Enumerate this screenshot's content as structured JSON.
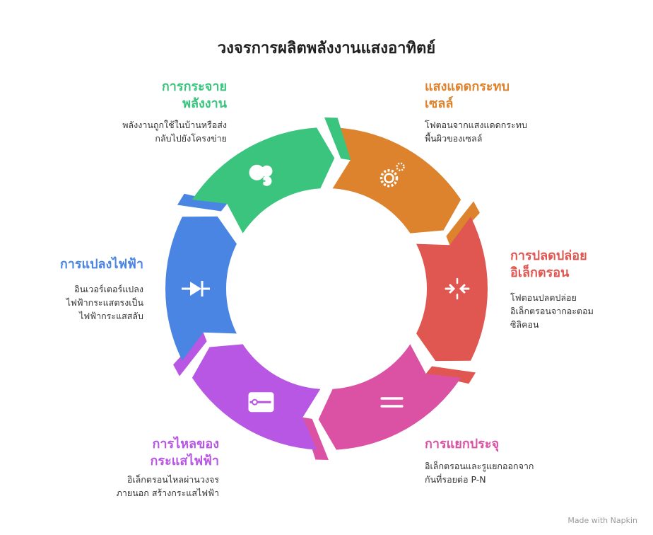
{
  "title": "วงจรการผลิตพลังงานแสงอาทิตย์",
  "steps": [
    {
      "label": "แสงแดดกระทบเซลล์",
      "desc": "โฟตอนจากแสงแดดกระทบพื้นผิวของเซลล์",
      "color": "#DD832E",
      "icon": "gear-sun-icon"
    },
    {
      "label": "การปลดปล่อยอิเล็กตรอน",
      "desc": "โฟตอนปลดปล่อยอิเล็กตรอนจากอะตอมซิลิคอน",
      "color": "#E05651",
      "icon": "converge-arrows-icon"
    },
    {
      "label": "การแยกประจุ",
      "desc": "อิเล็กตรอนและรูแยกออกจากกันที่รอยต่อ P-N",
      "color": "#DB52A4",
      "icon": "equals-icon"
    },
    {
      "label": "การไหลของกระแสไฟฟ้า",
      "desc": "อิเล็กตรอนไหลผ่านวงจรภายนอก สร้างกระแสไฟฟ้า",
      "color": "#B757E3",
      "icon": "switch-icon"
    },
    {
      "label": "การแปลงไฟฟ้า",
      "desc": "อินเวอร์เตอร์แปลงไฟฟ้ากระแสตรงเป็นไฟฟ้ากระแสสลับ",
      "color": "#4A85E4",
      "icon": "diode-icon"
    },
    {
      "label": "การกระจายพลังงาน",
      "desc": "พลังงานถูกใช้ในบ้านหรือส่งกลับไปยังโครงข่าย",
      "color": "#3BC47D",
      "icon": "cloud-plug-icon"
    }
  ],
  "footer": "Made with Napkin"
}
